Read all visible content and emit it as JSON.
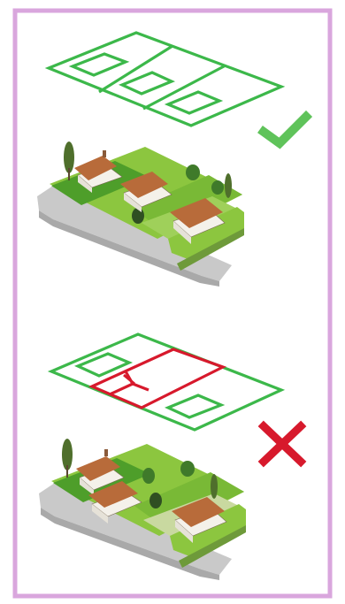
{
  "colors": {
    "frame_border": "#d9a6dd",
    "plot_green": "#3cb84a",
    "plot_red": "#d7192c",
    "check_green": "#5fc35a",
    "cross_red": "#d7192c",
    "road_grey": "#c9c9c9",
    "lawn_green": "#8cc63f",
    "lawn_dark": "#4e9e2a",
    "roof": "#b86b3a",
    "wall": "#f4f1ea"
  },
  "panels": [
    {
      "name": "allowed-subdivision",
      "verdict": "allowed",
      "verdict_icon": "check-icon"
    },
    {
      "name": "disallowed-subdivision",
      "verdict": "not-allowed",
      "verdict_icon": "cross-icon"
    }
  ]
}
